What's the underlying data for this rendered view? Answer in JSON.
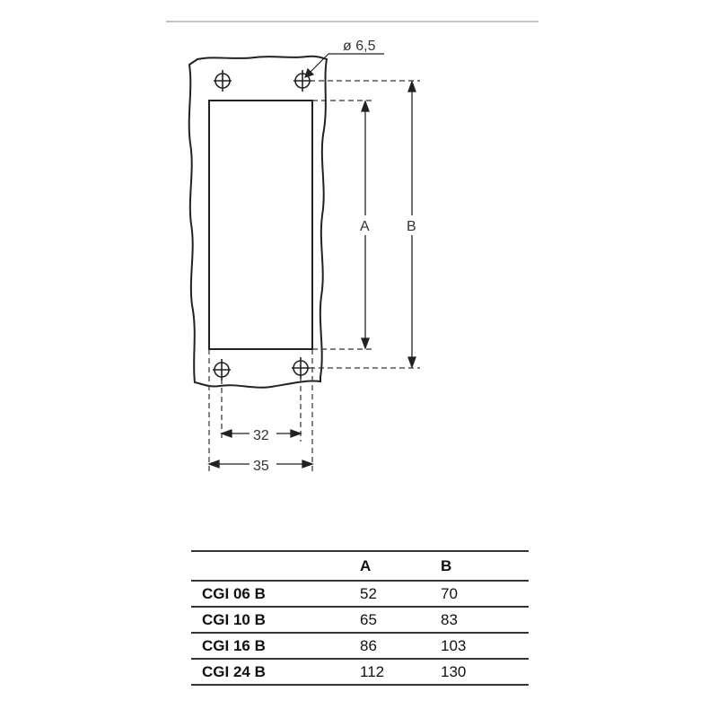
{
  "drawing": {
    "hole_label": "ø 6,5",
    "dim_a_label": "A",
    "dim_b_label": "B",
    "dim_inner_width_label": "32",
    "dim_outer_width_label": "35"
  },
  "table": {
    "headers": [
      "",
      "A",
      "B"
    ],
    "rows": [
      {
        "model": "CGI 06 B",
        "a": "52",
        "b": "70"
      },
      {
        "model": "CGI 10 B",
        "a": "65",
        "b": "83"
      },
      {
        "model": "CGI 16 B",
        "a": "86",
        "b": "103"
      },
      {
        "model": "CGI 24 B",
        "a": "112",
        "b": "130"
      }
    ]
  }
}
